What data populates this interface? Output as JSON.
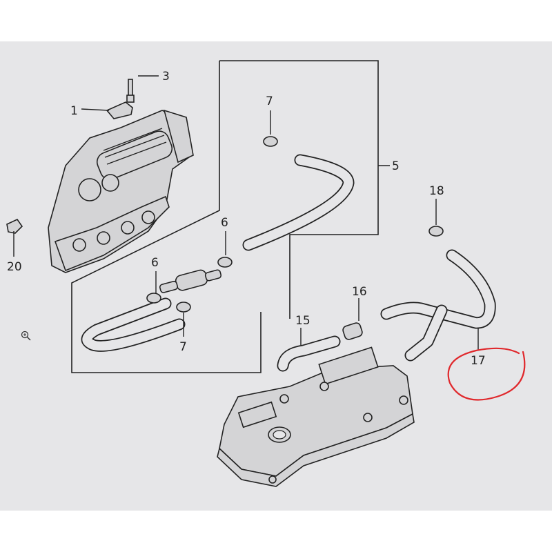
{
  "callouts": [
    {
      "id": "1",
      "label": "1"
    },
    {
      "id": "3",
      "label": "3"
    },
    {
      "id": "5",
      "label": "5"
    },
    {
      "id": "6a",
      "label": "6"
    },
    {
      "id": "6b",
      "label": "6"
    },
    {
      "id": "7a",
      "label": "7"
    },
    {
      "id": "7b",
      "label": "7"
    },
    {
      "id": "15",
      "label": "15"
    },
    {
      "id": "16",
      "label": "16"
    },
    {
      "id": "17",
      "label": "17"
    },
    {
      "id": "18",
      "label": "18"
    },
    {
      "id": "20",
      "label": "20"
    }
  ],
  "highlight": {
    "color": "#e0282c",
    "target": "17"
  },
  "colors": {
    "line": "#222222",
    "paper": "#e6e6e8",
    "part_fill": "#d4d4d6"
  },
  "icons": {
    "zoom": "zoom-in-icon"
  }
}
